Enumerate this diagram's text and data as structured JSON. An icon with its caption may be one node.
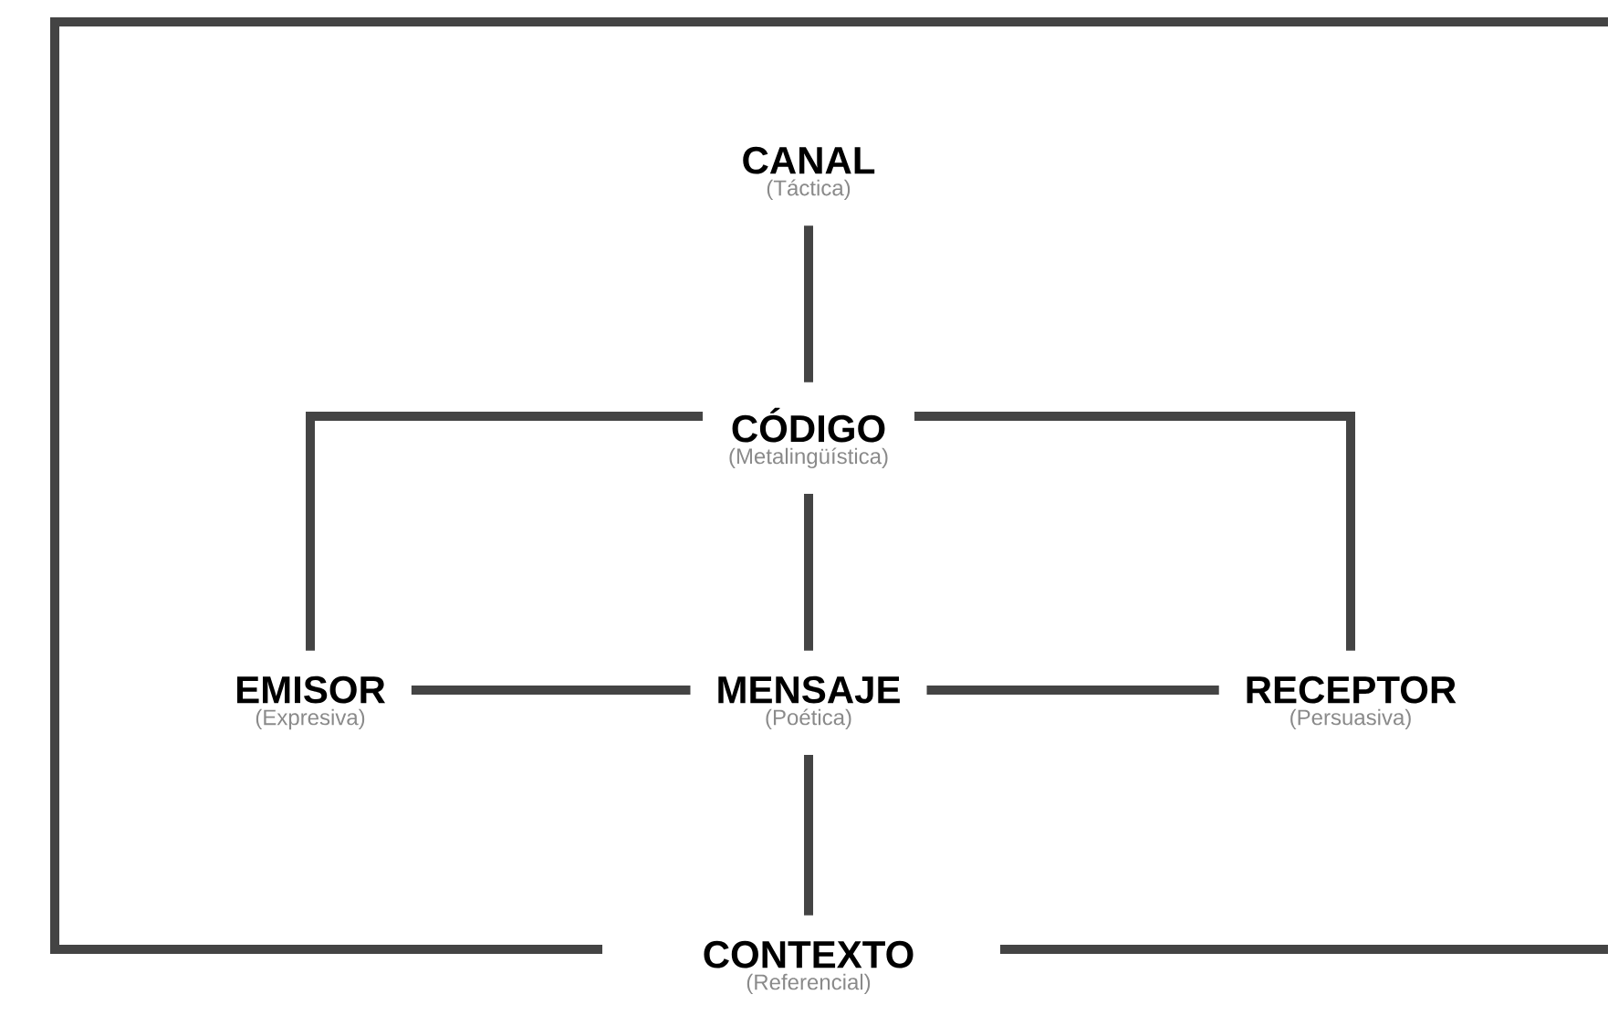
{
  "diagram": {
    "nodes": [
      {
        "text": [
          "CANAL",
          "(Táctica)"
        ]
      },
      {
        "text": [
          "CÓDIGO",
          "(Metalingüística)"
        ]
      },
      {
        "text": [
          "EMISOR",
          "(Expresiva)"
        ]
      },
      {
        "text": [
          "MENSAJE",
          "(Poética)"
        ]
      },
      {
        "text": [
          "RECEPTOR",
          "(Persuasiva)"
        ]
      },
      {
        "text": [
          "CONTEXTO",
          "(Referencial)"
        ]
      }
    ],
    "edges": [
      {
        "from": 0,
        "to": 1,
        "arrow": "none"
      },
      {
        "from": 1,
        "to": 2,
        "arrow": "none"
      },
      {
        "from": 1,
        "to": 4,
        "arrow": "none"
      },
      {
        "from": 1,
        "to": 3,
        "arrow": "none"
      },
      {
        "from": 2,
        "to": 3,
        "arrow": "none"
      },
      {
        "from": 3,
        "to": 4,
        "arrow": "none"
      },
      {
        "from": 3,
        "to": 5,
        "arrow": "none"
      }
    ]
  }
}
